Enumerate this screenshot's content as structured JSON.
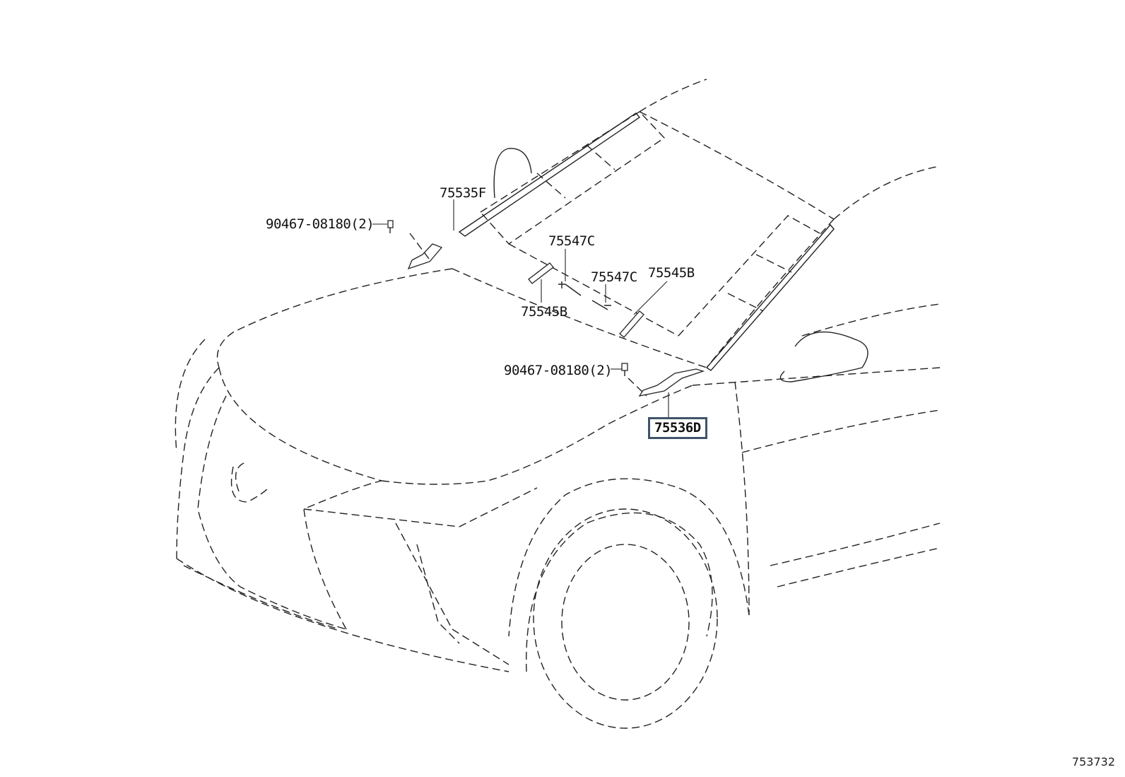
{
  "callouts": {
    "c1": "90467-08180(2)",
    "c2": "75535F",
    "c3": "75547C",
    "c4": "75547C",
    "c5": "75545B",
    "c6": "75545B",
    "c7": "90467-08180(2)",
    "c8": "75536D"
  },
  "highlighted_part": "75536D",
  "diagram_id": "753732",
  "colors": {
    "line": "#222222",
    "highlight_border": "#3f5468"
  }
}
